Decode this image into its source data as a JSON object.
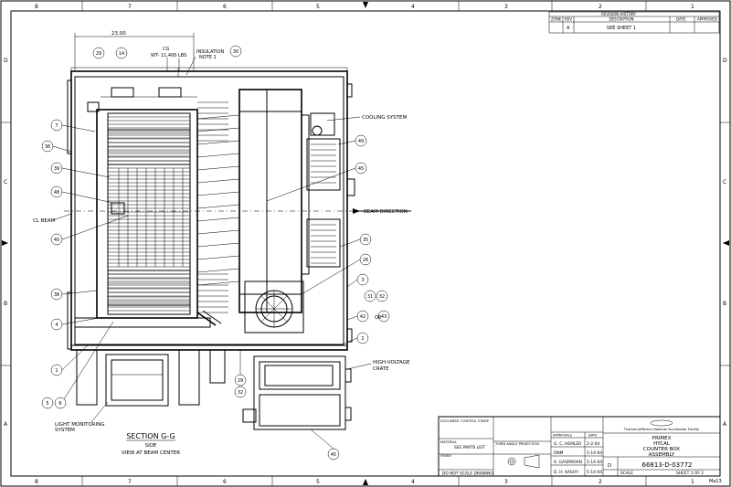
{
  "border": {
    "columns": [
      "8",
      "7",
      "6",
      "5",
      "4",
      "3",
      "2",
      "1"
    ],
    "rows": [
      "D",
      "C",
      "B",
      "A"
    ]
  },
  "revision": {
    "title": "REVISION HISTORY",
    "headers": [
      "ZONE",
      "REV",
      "DESCRIPTION",
      "DATE",
      "APPROVED"
    ],
    "rev": "A",
    "description": "SEE SHEET 1"
  },
  "dims": {
    "top_width": "23.00",
    "cg": "CG",
    "weight": "WT- 11,400 LBS"
  },
  "annotations": {
    "insulation": "INSULATION",
    "note1": "NOTE 1",
    "cooling": "COOLING SYSTEM",
    "beam_direction": "BEAM DIRECTION",
    "cl_beam": "CL BEAM",
    "hv1": "HIGH-VOLTAGE",
    "hv2": "CRATE",
    "lm1": "LIGHT MONITORING",
    "lm2": "SYSTEM",
    "or": "OR"
  },
  "balloons": [
    "29",
    "14",
    "30",
    "7",
    "36",
    "39",
    "48",
    "40",
    "38",
    "4",
    "1",
    "5",
    "6",
    "49",
    "45",
    "35",
    "26",
    "3",
    "31",
    "32",
    "42",
    "43",
    "2",
    "29",
    "32",
    "45"
  ],
  "section": {
    "title": "SECTION G-G",
    "line1": "SIDE",
    "line2": "VIEW AT BEAM CENTER"
  },
  "title_block": {
    "doc_control": "DOCUMENT CONTROL STAMP",
    "material": "MATERIAL",
    "parts": "SEE PARTS LIST",
    "finish": "FINISH",
    "no_scale": "DO NOT SCALE DRAWING",
    "third_angle": "THIRD ANGLE PROJECTION",
    "approvals": "APPROVALS",
    "date_hdr": "DATE",
    "drawn": "G. C. HEMLER",
    "drawn_date": "2-2-04",
    "checked": "DNM",
    "checked_date": "5-14-04",
    "eng": "A. GASPARIAN",
    "eng_date": "5-14-04",
    "approved": "D. H. KASHY",
    "approved_date": "5-14-04",
    "lab": "Thomas Jefferson National Accelerator Facility",
    "title1": "PRIMEX",
    "title2": "HYCAL",
    "title3": "COUNTER BOX",
    "title4": "ASSEMBLY",
    "size": "D",
    "dwg_no": "66813-D-03772",
    "sheet": "SHEET 1 OF 2",
    "scale": "SCALE"
  },
  "corner_code": "Ma13"
}
